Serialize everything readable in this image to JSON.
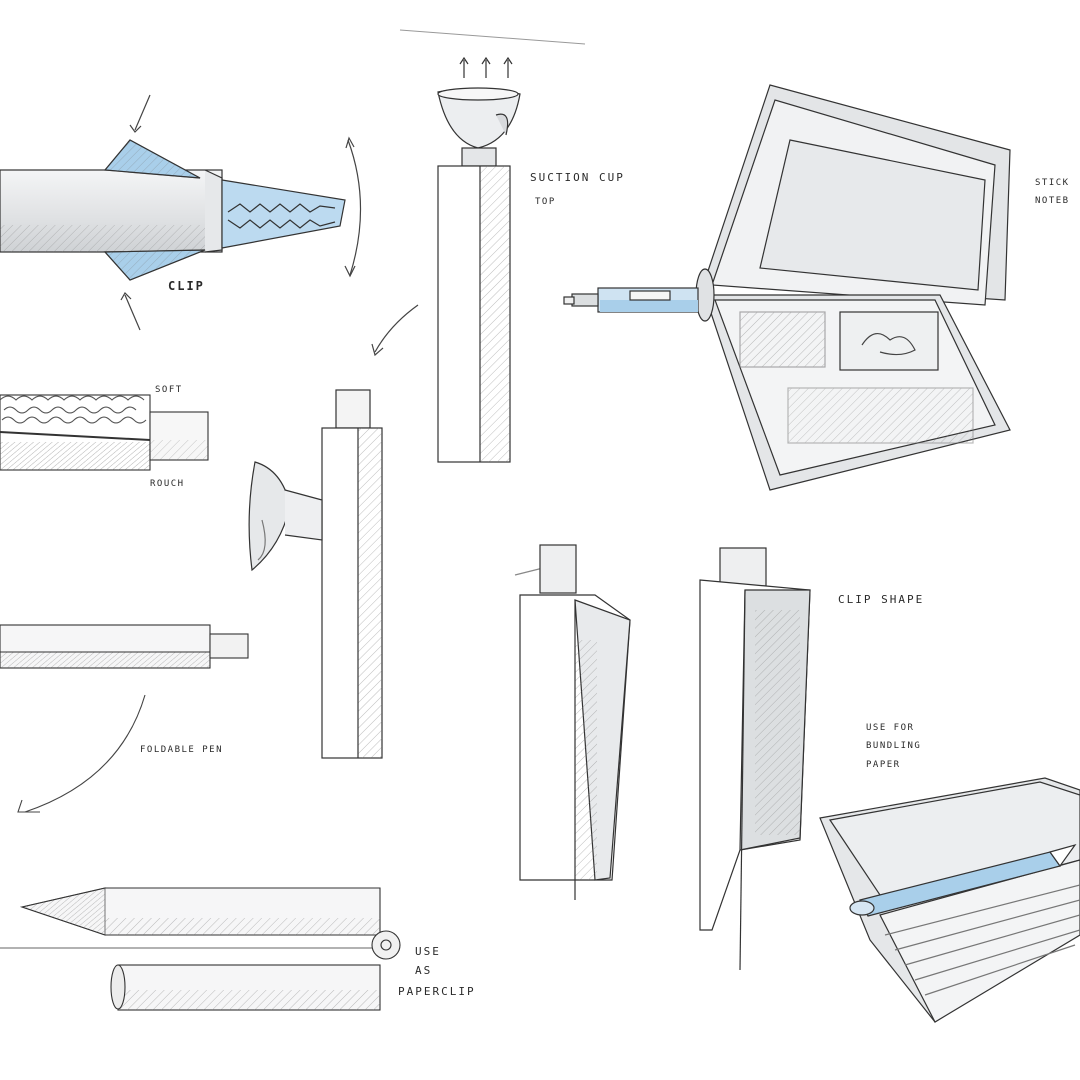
{
  "colors": {
    "paper": "#ffffff",
    "pencil": "#3a3a3a",
    "shade": "#e2e4e6",
    "accent_blue": "#a9cfea"
  },
  "annotations": {
    "clip": "CLIP",
    "suction_cup": "SUCTION CUP",
    "top": "TOP",
    "stick_notes_line1": "STICK",
    "stick_notes_line2": "NOTEB",
    "soft": "SOFT",
    "rough": "ROUCH",
    "foldable_pen": "FOLDABLE PEN",
    "clip_shape": "CLIP SHAPE",
    "bundling_line1": "USE FOR",
    "bundling_line2": "BUNDLING",
    "bundling_line3": "PAPER",
    "paperclip_line1": "USE",
    "paperclip_line2": "AS",
    "paperclip_line3": "PAPERCLIP"
  }
}
